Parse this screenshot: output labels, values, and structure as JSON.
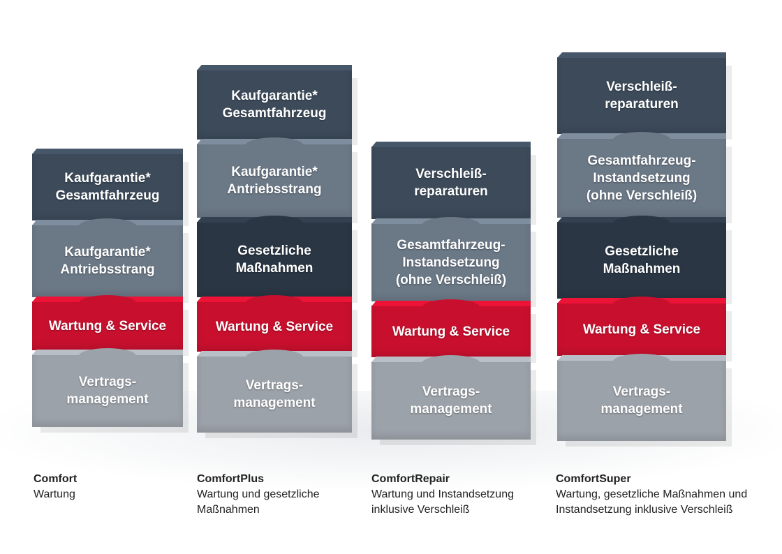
{
  "colors": {
    "dark": "#3c4a5a",
    "slate": "#6b7886",
    "navy": "#2a3644",
    "red": "#c8102e",
    "grey": "#9ca2a9"
  },
  "stacks": [
    {
      "name": "Comfort",
      "description": "Wartung",
      "blocks": [
        {
          "label": "Kaufgarantie*\nGesamtfahrzeug",
          "color": "dark"
        },
        {
          "label": "Kaufgarantie*\nAntriebsstrang",
          "color": "slate"
        },
        {
          "label": "Wartung & Service",
          "color": "red"
        },
        {
          "label": "Vertrags-\nmanagement",
          "color": "grey"
        }
      ]
    },
    {
      "name": "ComfortPlus",
      "description": "Wartung und gesetzliche Maßnahmen",
      "blocks": [
        {
          "label": "Kaufgarantie*\nGesamtfahrzeug",
          "color": "dark"
        },
        {
          "label": "Kaufgarantie*\nAntriebsstrang",
          "color": "slate"
        },
        {
          "label": "Gesetzliche\nMaßnahmen",
          "color": "navy"
        },
        {
          "label": "Wartung & Service",
          "color": "red"
        },
        {
          "label": "Vertrags-\nmanagement",
          "color": "grey"
        }
      ]
    },
    {
      "name": "ComfortRepair",
      "description": "Wartung und Instandsetzung inklusive Verschleiß",
      "blocks": [
        {
          "label": "Verschleiß-\nreparaturen",
          "color": "dark"
        },
        {
          "label": "Gesamtfahrzeug-\nInstandsetzung\n(ohne Verschleiß)",
          "color": "slate"
        },
        {
          "label": "Wartung & Service",
          "color": "red"
        },
        {
          "label": "Vertrags-\nmanagement",
          "color": "grey"
        }
      ]
    },
    {
      "name": "ComfortSuper",
      "description": "Wartung, gesetzliche Maßnahmen und Instandsetzung inklusive Verschleiß",
      "blocks": [
        {
          "label": "Verschleiß-\nreparaturen",
          "color": "dark"
        },
        {
          "label": "Gesamtfahrzeug-\nInstandsetzung\n(ohne Verschleiß)",
          "color": "slate"
        },
        {
          "label": "Gesetzliche\nMaßnahmen",
          "color": "navy"
        },
        {
          "label": "Wartung & Service",
          "color": "red"
        },
        {
          "label": "Vertrags-\nmanagement",
          "color": "grey"
        }
      ]
    }
  ]
}
